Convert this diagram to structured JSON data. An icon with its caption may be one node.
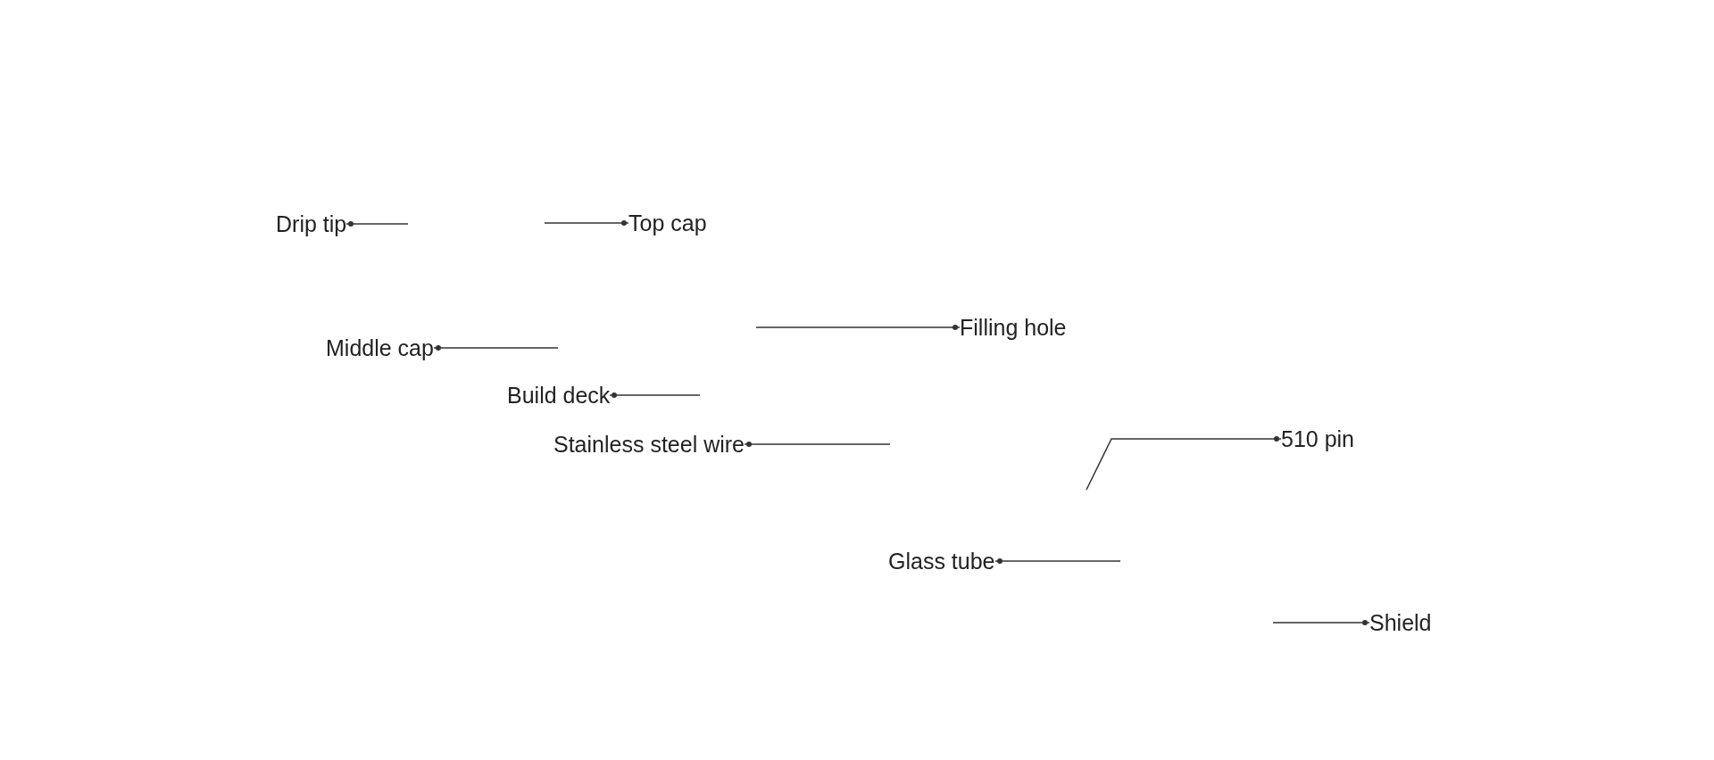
{
  "diagram": {
    "nodes": [
      {
        "text": [
          "Drip tip"
        ]
      },
      {
        "text": [
          "Top cap"
        ]
      },
      {
        "text": [
          "Filling hole"
        ]
      },
      {
        "text": [
          "Middle cap"
        ]
      },
      {
        "text": [
          "Build deck"
        ]
      },
      {
        "text": [
          "Stainless steel wire"
        ]
      },
      {
        "text": [
          "510 pin"
        ]
      },
      {
        "text": [
          "Glass tube"
        ]
      },
      {
        "text": [
          "Shield"
        ]
      }
    ],
    "edges": [
      {
        "from": 0,
        "to": null,
        "arrow": "other"
      },
      {
        "from": 1,
        "to": null,
        "arrow": "other"
      },
      {
        "from": 2,
        "to": null,
        "arrow": "other"
      },
      {
        "from": 3,
        "to": null,
        "arrow": "other"
      },
      {
        "from": 4,
        "to": null,
        "arrow": "other"
      },
      {
        "from": 5,
        "to": null,
        "arrow": "other"
      },
      {
        "from": 6,
        "to": null,
        "arrow": "other"
      },
      {
        "from": 7,
        "to": null,
        "arrow": "other"
      },
      {
        "from": 8,
        "to": null,
        "arrow": "other"
      }
    ]
  }
}
